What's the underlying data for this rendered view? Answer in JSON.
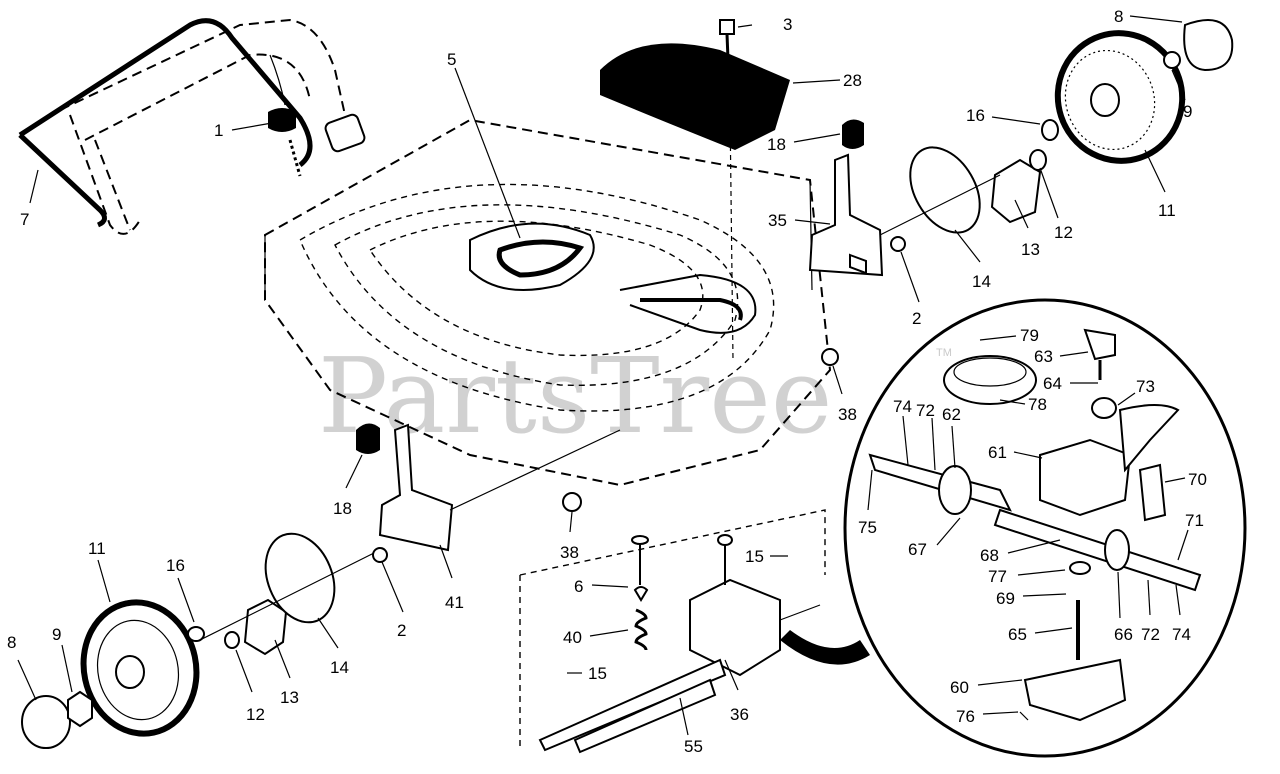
{
  "watermark": {
    "text": "PartsTree",
    "mark": "TM"
  },
  "callouts": [
    "1",
    "2",
    "2",
    "3",
    "5",
    "6",
    "7",
    "8",
    "8",
    "9",
    "9",
    "11",
    "11",
    "12",
    "12",
    "13",
    "13",
    "14",
    "14",
    "15",
    "15",
    "16",
    "16",
    "18",
    "18",
    "28",
    "35",
    "36",
    "38",
    "38",
    "40",
    "41",
    "55",
    "60",
    "61",
    "62",
    "63",
    "64",
    "65",
    "66",
    "67",
    "68",
    "69",
    "70",
    "71",
    "72",
    "72",
    "73",
    "74",
    "74",
    "75",
    "76",
    "77",
    "78",
    "79"
  ]
}
